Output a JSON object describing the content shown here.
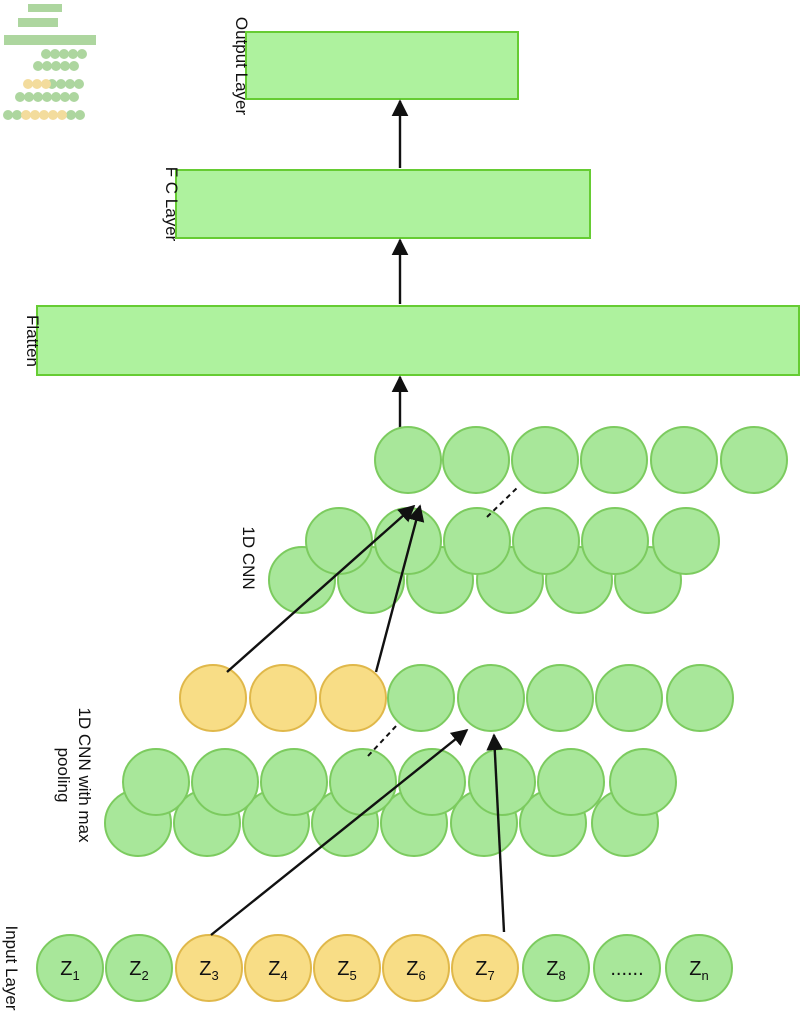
{
  "labels": {
    "output": "Output Layer",
    "fc": "F C Layer",
    "flatten": "Flatten",
    "cnn": "1D CNN",
    "cnn_pool_1": "1D CNN with max",
    "cnn_pool_2": "pooling",
    "input": "Input Layer"
  },
  "input_nodes": [
    {
      "base": "Z",
      "sub": "1",
      "color": "green"
    },
    {
      "base": "Z",
      "sub": "2",
      "color": "green"
    },
    {
      "base": "Z",
      "sub": "3",
      "color": "yellow"
    },
    {
      "base": "Z",
      "sub": "4",
      "color": "yellow"
    },
    {
      "base": "Z",
      "sub": "5",
      "color": "yellow"
    },
    {
      "base": "Z",
      "sub": "6",
      "color": "yellow"
    },
    {
      "base": "Z",
      "sub": "7",
      "color": "yellow"
    },
    {
      "base": "Z",
      "sub": "8",
      "color": "green"
    },
    {
      "base": "......",
      "sub": "",
      "color": "green"
    },
    {
      "base": "Z",
      "sub": "n",
      "color": "green"
    }
  ],
  "colors": {
    "box_fill": "#aef29e",
    "node_green": "#a8e79a",
    "node_yellow": "#f8dd86"
  }
}
